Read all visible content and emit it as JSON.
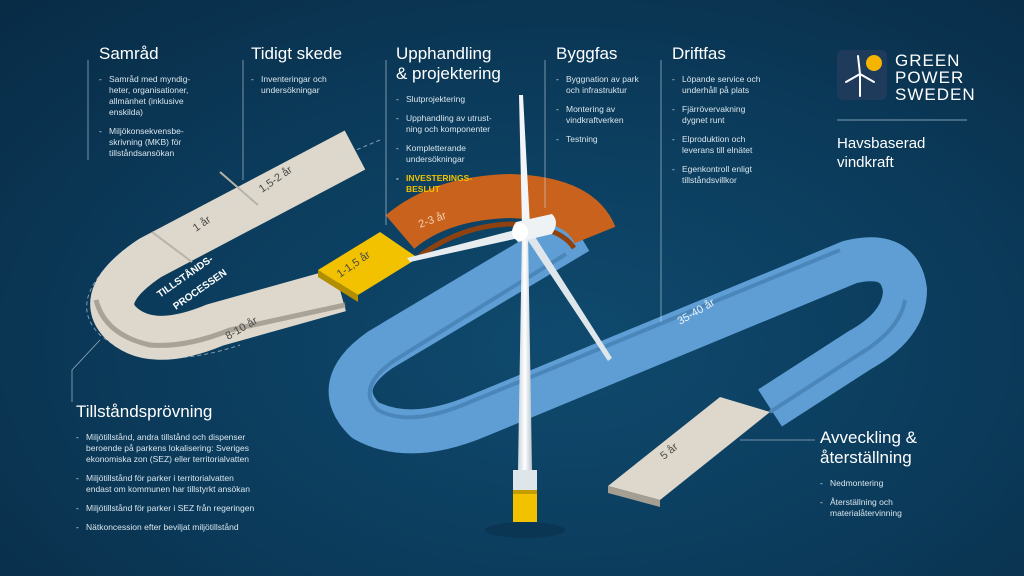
{
  "brand": {
    "name": "GREEN\nPOWER\nSWEDEN",
    "subtitle": "Havsbaserad\nvindkraft",
    "colors": {
      "logo_bg": "#1e3b5b",
      "sun": "#f4b400"
    }
  },
  "phases": {
    "samrad": {
      "title": "Samråd",
      "items": [
        "Samråd med myndig-\nheter, organisationer,\nallmänhet (inklusive\nenskilda)",
        "Miljökonsekvensbe-\nskrivning (MKB) för\ntillståndsansökan"
      ]
    },
    "tidigt": {
      "title": "Tidigt skede",
      "items": [
        "Inventeringar och\nundersökningar"
      ]
    },
    "upphandling": {
      "title": "Upphandling\n& projektering",
      "items": [
        "Slutprojektering",
        "Upphandling av utrust-\nning och komponenter",
        "Kompletterande\nundersökningar"
      ],
      "highlight": "INVESTERINGS-\nBESLUT"
    },
    "byggfas": {
      "title": "Byggfas",
      "items": [
        "Byggnation av park\noch infrastruktur",
        "Montering av\nvindkraftverken",
        "Testning"
      ]
    },
    "driftfas": {
      "title": "Driftfas",
      "items": [
        "Löpande service och\nunderhåll på plats",
        "Fjärrövervakning\ndygnet runt",
        "Elproduktion och\nleverans till elnätet",
        "Egenkontroll enligt\ntillståndsvillkor"
      ]
    },
    "tillstand": {
      "title": "Tillståndsprövning",
      "items": [
        "Miljötillstånd, andra tillstånd och dispenser\nberoende på parkens lokalisering: Sveriges\nekonomiska zon (SEZ) eller territorialvatten",
        "Miljötillstånd för parker i territorialvatten\nendast om kommunen har tillstyrkt ansökan",
        "Miljötillstånd för parker i SEZ från regeringen",
        "Nätkoncession efter beviljat miljötillstånd"
      ]
    },
    "avveckling": {
      "title": "Avveckling &\nåterställning",
      "items": [
        "Nedmontering",
        "Återställning och\nmaterialåtervinning"
      ]
    }
  },
  "track": {
    "process_label": [
      "TILLSTÅNDS-",
      "PROCESSEN"
    ],
    "durations": {
      "samrad": "1 år",
      "tidigt": "1,5-2 år",
      "tillstand": "8-10 år",
      "upphandling": "1-1,5 år",
      "bygg": "2-3 år",
      "drift": "35-40 år",
      "avveckling": "5 år"
    },
    "colors": {
      "permit": "#ded8cc",
      "procurement": "#f2c200",
      "construction": "#c8621d",
      "operation": "#6fa9d9",
      "decommission": "#ded8cc"
    }
  }
}
